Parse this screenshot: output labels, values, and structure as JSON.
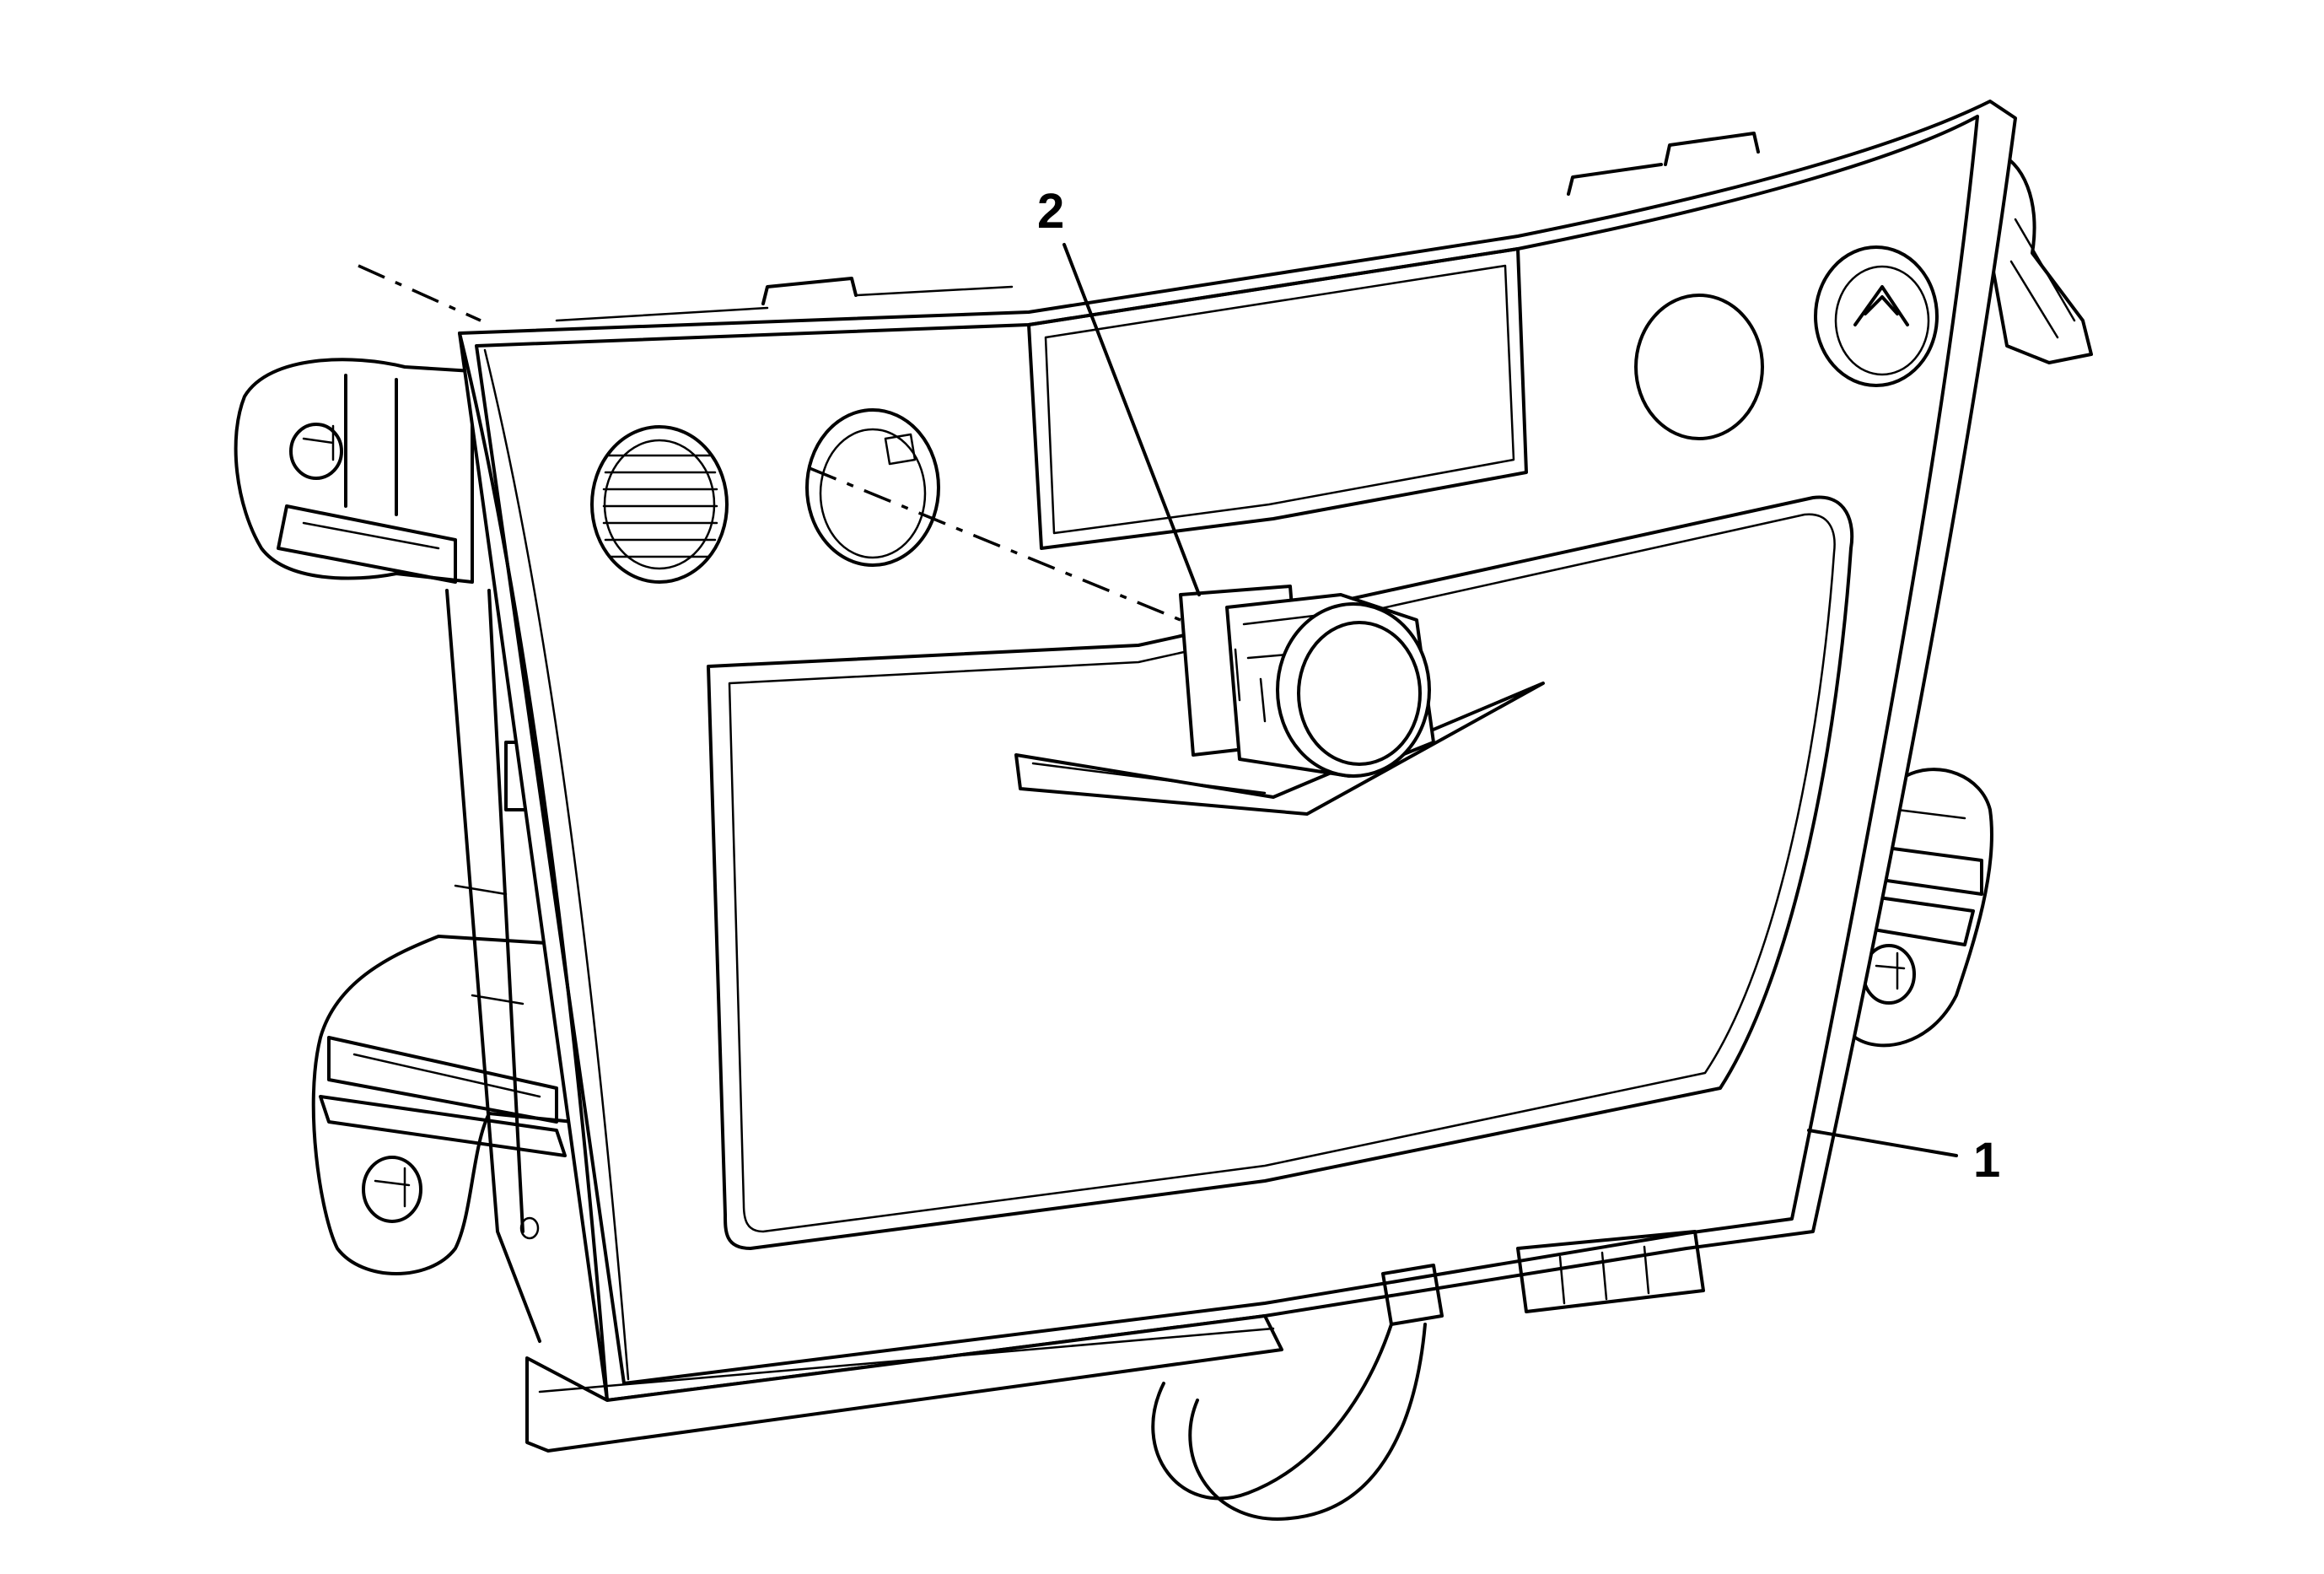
{
  "callouts": [
    {
      "id": "1",
      "label": "1",
      "part": "instrument-panel-center-trim-plate"
    },
    {
      "id": "2",
      "label": "2",
      "part": "accessory-power-outlet"
    }
  ],
  "colors": {
    "line": "#000000",
    "background": "#ffffff"
  }
}
